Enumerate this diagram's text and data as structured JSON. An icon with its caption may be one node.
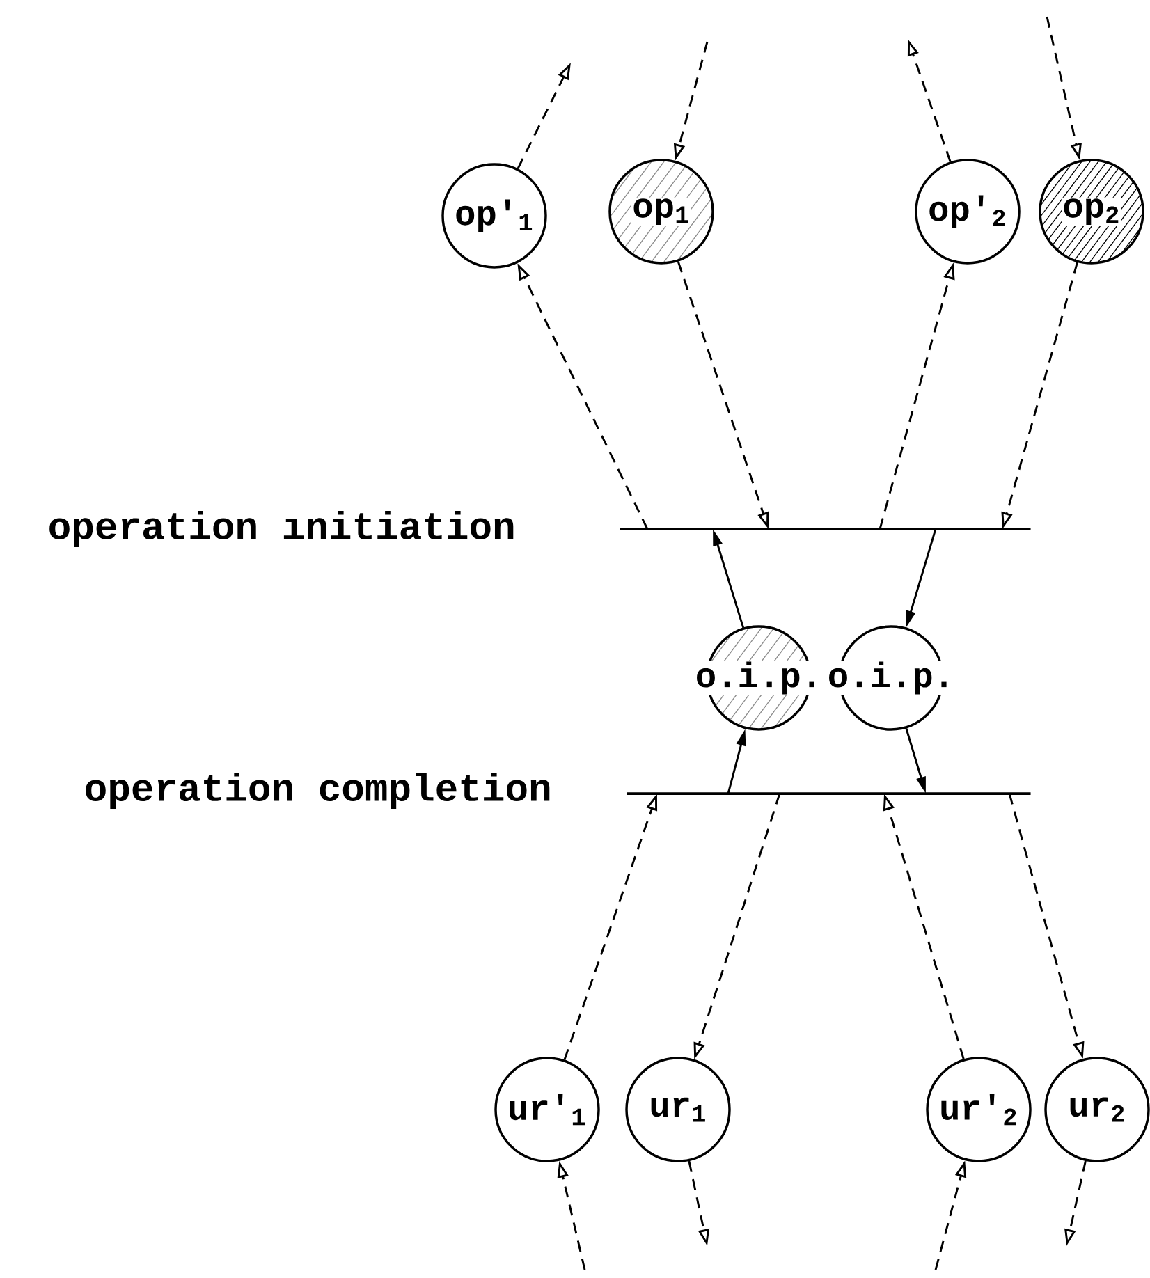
{
  "diagram": {
    "nodes": [
      {
        "text": [
          "op'$_{1}$"
        ]
      },
      {
        "text": [
          "op$_{1}$"
        ]
      },
      {
        "text": [
          "op'$_{2}$"
        ]
      },
      {
        "text": [
          "op$_{2}$"
        ]
      },
      {
        "text": [],
        "shape": "bar",
        "beside": [
          "operation ınitiation"
        ]
      },
      {
        "text": [
          "o.i.p."
        ]
      },
      {
        "text": [
          "o.i.p."
        ]
      },
      {
        "text": [],
        "shape": "bar",
        "beside": [
          "operation completion"
        ]
      },
      {
        "text": [
          "ur'$_{1}$"
        ]
      },
      {
        "text": [
          "ur$_{1}$"
        ]
      },
      {
        "text": [
          "ur'$_{2}$"
        ]
      },
      {
        "text": [
          "ur$_{2}$"
        ]
      }
    ],
    "edges": [
      {
        "from": 0,
        "to": null,
        "arrow": "to",
        "style": "dashed"
      },
      {
        "from": null,
        "to": 1,
        "arrow": "to",
        "style": "dashed"
      },
      {
        "from": 2,
        "to": null,
        "arrow": "to",
        "style": "dashed"
      },
      {
        "from": null,
        "to": 3,
        "arrow": "to",
        "style": "dashed"
      },
      {
        "from": 4,
        "to": 0,
        "arrow": "to",
        "style": "dashed"
      },
      {
        "from": 1,
        "to": 4,
        "arrow": "to",
        "style": "dashed"
      },
      {
        "from": 4,
        "to": 2,
        "arrow": "to",
        "style": "dashed"
      },
      {
        "from": 3,
        "to": 4,
        "arrow": "to",
        "style": "dashed"
      },
      {
        "from": 5,
        "to": 4,
        "arrow": "to"
      },
      {
        "from": 4,
        "to": 6,
        "arrow": "to"
      },
      {
        "from": 7,
        "to": 5,
        "arrow": "to"
      },
      {
        "from": 6,
        "to": 7,
        "arrow": "to"
      },
      {
        "from": 8,
        "to": 7,
        "arrow": "to",
        "style": "dashed"
      },
      {
        "from": 7,
        "to": 9,
        "arrow": "to",
        "style": "dashed"
      },
      {
        "from": 10,
        "to": 7,
        "arrow": "to",
        "style": "dashed"
      },
      {
        "from": 7,
        "to": 11,
        "arrow": "to",
        "style": "dashed"
      },
      {
        "from": null,
        "to": 8,
        "arrow": "to",
        "style": "dashed"
      },
      {
        "from": 9,
        "to": null,
        "arrow": "to",
        "style": "dashed"
      },
      {
        "from": null,
        "to": 10,
        "arrow": "to",
        "style": "dashed"
      },
      {
        "from": 11,
        "to": null,
        "arrow": "to",
        "style": "dashed"
      }
    ]
  }
}
